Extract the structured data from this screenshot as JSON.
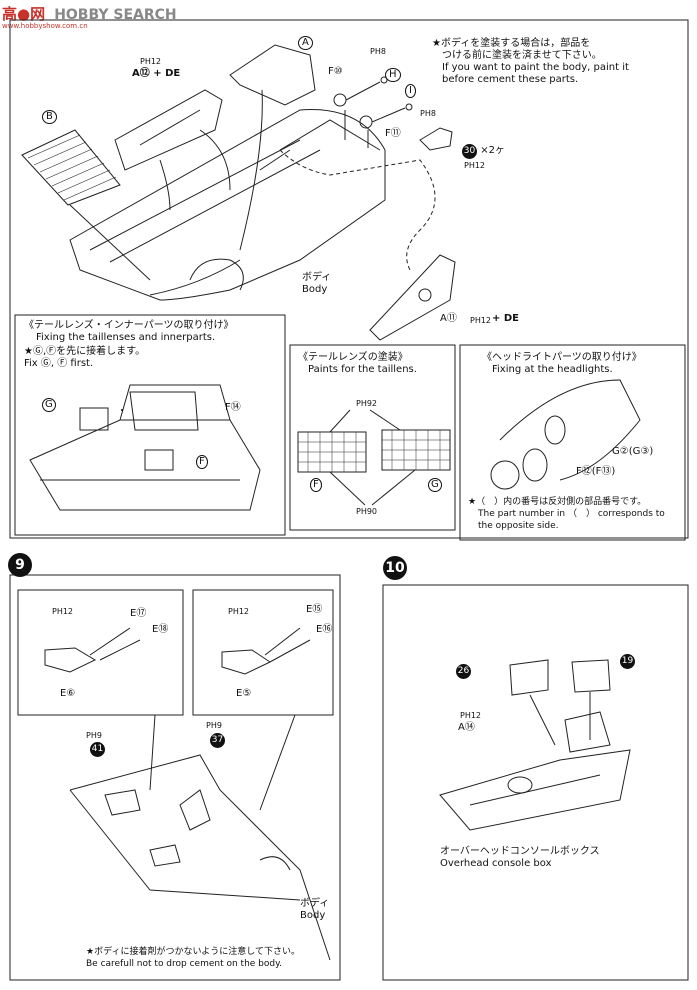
{
  "watermark": {
    "logo_text": "高●网",
    "search_text": "HOBBY SEARCH",
    "url": "www.hobbyshow.com.cn"
  },
  "top_section": {
    "paint_note": {
      "jp": [
        "★ボディを塗装する場合は，部品を",
        "つける前に塗装を済ませて下さい。"
      ],
      "en": [
        "If you want to paint the body, paint it",
        "before cement these parts."
      ]
    },
    "labels": {
      "A": "A",
      "B": "B",
      "H": "H",
      "I": "I",
      "PH12_a": "PH12",
      "A12_DE": "A⑫ + DE",
      "PH8_a": "PH8",
      "PH8_b": "PH8",
      "F10": "F⑩",
      "F11": "F⑪",
      "p30": "30",
      "times2": "×2ヶ",
      "PH12_b": "PH12",
      "body_jp": "ボディ",
      "body_en": "Body",
      "A11": "A⑪",
      "PH12_c": "PH12",
      "plus_DE": "+ DE"
    }
  },
  "taillens_inner": {
    "title_jp": "《テールレンズ・インナーパーツの取り付け》",
    "title_en": "Fixing the taillenses and innerparts.",
    "note_jp": "★Ⓖ,Ⓕを先に接着します。",
    "note_en": "Fix Ⓖ, Ⓕ first.",
    "label_G": "G",
    "label_F14": "F⑭",
    "label_F": "F"
  },
  "taillens_paint": {
    "title_jp": "《テールレンズの塗装》",
    "title_en": "Paints for the taillens.",
    "label_PH92": "PH92",
    "label_PH90": "PH90",
    "label_F": "F",
    "label_G": "G"
  },
  "headlight": {
    "title_jp": "《ヘッドライトパーツの取り付け》",
    "title_en": "Fixing at the headlights.",
    "label_G": "G②(G③)",
    "label_F": "F⑫(F⑬)",
    "note_jp": "★（　）内の番号は反対側の部品番号です。",
    "note_en": [
      "The part number in （　） corresponds to",
      "the opposite side."
    ]
  },
  "step9": {
    "number": "9",
    "left_inset": {
      "PH12": "PH12",
      "E17": "E⑰",
      "E18": "E⑱",
      "E6": "E⑥"
    },
    "right_inset": {
      "PH12": "PH12",
      "E15": "E⑮",
      "E16": "E⑯",
      "E5": "E⑤"
    },
    "labels": {
      "PH9_a": "PH9",
      "p41": "41",
      "PH9_b": "PH9",
      "p37": "37",
      "body_jp": "ボディ",
      "body_en": "Body"
    },
    "note_jp": "★ボディに接着剤がつかないように注意して下さい。",
    "note_en": "Be carefull not to drop cement on the body."
  },
  "step10": {
    "number": "10",
    "labels": {
      "p26": "26",
      "p19": "19",
      "PH12": "PH12",
      "A14": "A⑭"
    },
    "caption_jp": "オーバーヘッドコンソールボックス",
    "caption_en": "Overhead console box"
  },
  "colors": {
    "ink": "#111111",
    "paper": "#ffffff",
    "watermark_red": "#c8322a"
  }
}
